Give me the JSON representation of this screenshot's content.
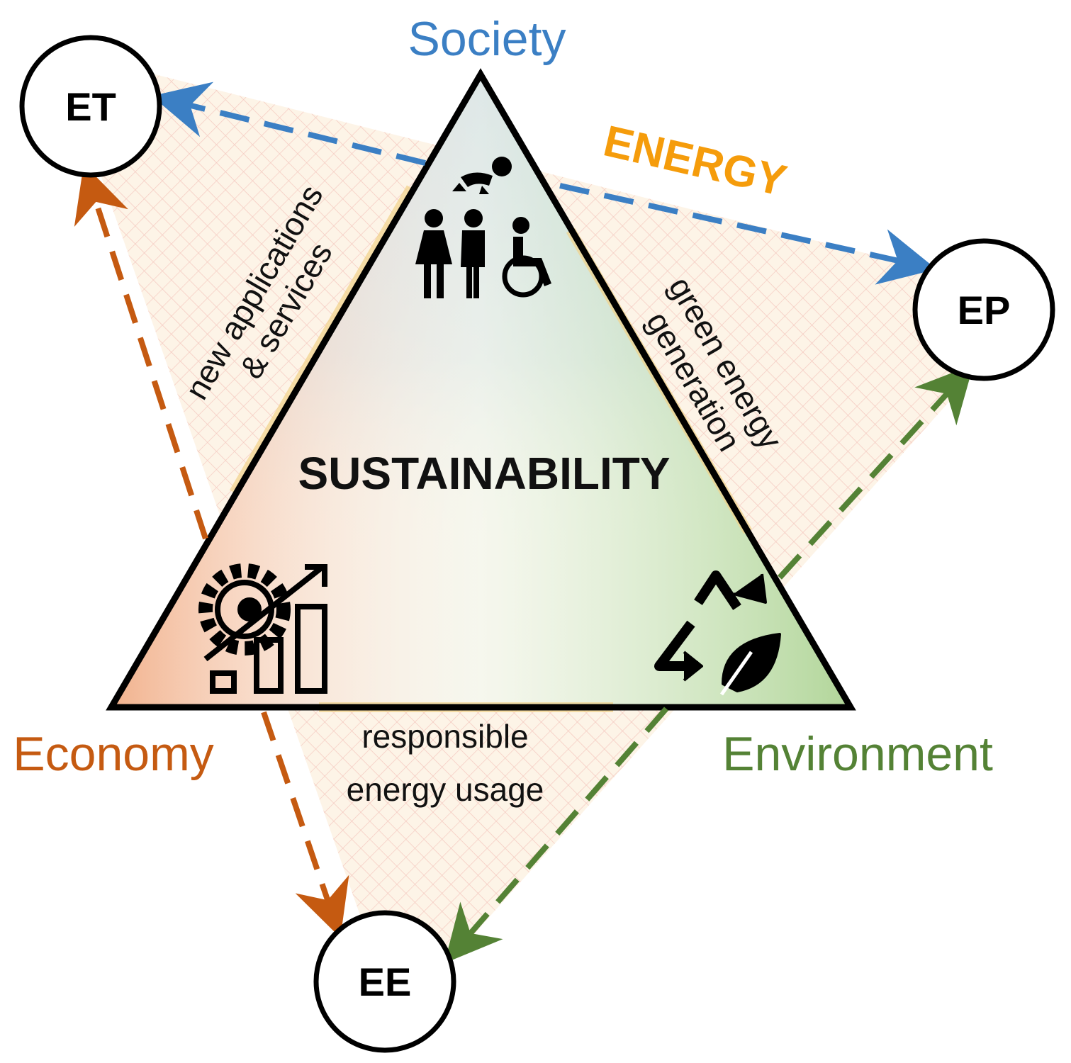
{
  "diagram": {
    "center_title": "SUSTAINABILITY",
    "energy_label": "ENERGY",
    "pillars": {
      "society": "Society",
      "economy": "Economy",
      "environment": "Environment"
    },
    "edges": {
      "left_line1": "new applications",
      "left_line2": "& services",
      "right_line1": "green energy",
      "right_line2": "generation",
      "bottom_line1": "responsible",
      "bottom_line2": "energy usage"
    },
    "nodes": {
      "et": "ET",
      "ep": "EP",
      "ee": "EE"
    },
    "icons": [
      "people-icon",
      "growth-gear-icon",
      "recycle-leaf-icon"
    ]
  },
  "colors": {
    "society": "#3b7fc4",
    "economy": "#c55a11",
    "environment": "#548235",
    "energy": "#f59c0b",
    "background_triangle": "#fdf3e1",
    "hatch": "#f4c7bd"
  }
}
